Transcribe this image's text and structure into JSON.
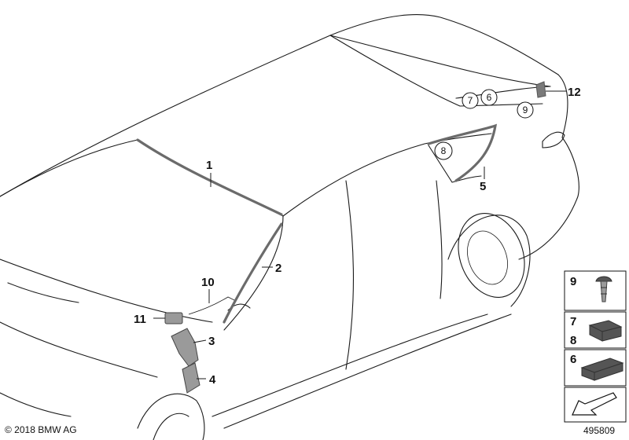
{
  "callouts": [
    {
      "id": "c1",
      "label": "1"
    },
    {
      "id": "c2",
      "label": "2"
    },
    {
      "id": "c3",
      "label": "3"
    },
    {
      "id": "c4",
      "label": "4"
    },
    {
      "id": "c5",
      "label": "5"
    },
    {
      "id": "c10",
      "label": "10"
    },
    {
      "id": "c11",
      "label": "11"
    },
    {
      "id": "c12",
      "label": "12"
    }
  ],
  "circled_refs": [
    {
      "id": "r7",
      "label": "7"
    },
    {
      "id": "r6",
      "label": "6"
    },
    {
      "id": "r9",
      "label": "9"
    },
    {
      "id": "r8",
      "label": "8"
    }
  ],
  "inset_panels": [
    {
      "labels": [
        "9"
      ],
      "part": "screw-clip"
    },
    {
      "labels": [
        "7",
        "8"
      ],
      "part": "foam-block"
    },
    {
      "labels": [
        "6"
      ],
      "part": "foam-strip"
    },
    {
      "labels": [],
      "part": "arrow-symbol"
    }
  ],
  "footer": {
    "copyright": "© 2018 BMW AG",
    "diagram_number": "495809"
  }
}
